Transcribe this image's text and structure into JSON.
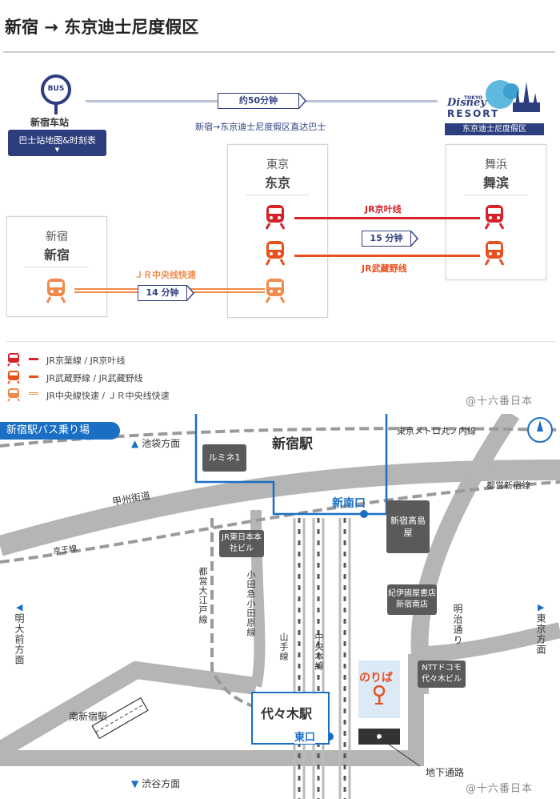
{
  "header": {
    "title": "新宿 → 东京迪士尼度假区"
  },
  "bus": {
    "icon_text": "BUS",
    "stop_name": "新宿车站",
    "map_button": "巴士站地图&时刻表",
    "duration": "约50分钟",
    "route_text": "新宿→东京迪士尼度假区直达巴士"
  },
  "resort": {
    "logo_top": "TOKYO",
    "logo_main": "Disney",
    "logo_sub": "RESORT",
    "caption": "东京迪士尼度假区"
  },
  "stations": {
    "shinjuku": {
      "jp": "新宿",
      "cn": "新宿"
    },
    "tokyo": {
      "jp": "東京",
      "cn": "东京"
    },
    "maihama": {
      "jp": "舞浜",
      "cn": "舞滨"
    }
  },
  "routes": {
    "chuo_label": "ＪＲ中央线快速",
    "chuo_time": "14 分钟",
    "keiyo_label": "JR京叶线",
    "mid_time": "15 分钟",
    "musashino_label": "JR武藏野线"
  },
  "legend": [
    {
      "text": "JR京葉線 / JR京叶线",
      "color": "#d7222a"
    },
    {
      "text": "JR武蔵野線 / JR武藏野线",
      "color": "#e8501e"
    },
    {
      "text": "JR中央線快速 / ＪＲ中央线快速",
      "color": "#f08a4b"
    }
  ],
  "watermark": "@十六番日本",
  "map": {
    "banner": "新宿駅バス乗り場",
    "ikebukuro": "池袋方面",
    "shinjuku_station": "新宿駅",
    "lumine": "ルミネ1",
    "metro": "東京メトロ丸ノ内線",
    "toei_shinjuku": "都営新宿線",
    "koshu": "甲州街道",
    "shin_minamiguchi": "新南口",
    "keio": "京王線",
    "jr_east": "JR東日本本社ビル",
    "takashimaya": "新宿髙島屋",
    "toei_oedo": "都営大江戸線",
    "odakyu": "小田急小田原線",
    "kinokuniya": "紀伊國屋書店新宿南店",
    "meiji": "明治通り",
    "yamanote": "山手線",
    "chuo": "中央本線",
    "noriba": "のりば",
    "ntt": "NTTドコモ代々木ビル",
    "meijimae": "明大前方面",
    "tokyo_dir": "東京方面",
    "minami_shinjuku": "南新宿駅",
    "yoyogi_station": "代々木駅",
    "higashiguchi": "東口",
    "underground": "地下通路",
    "shibuya": "渋谷方面"
  },
  "colors": {
    "navy": "#2d3e7f",
    "blue": "#1a6fc4",
    "red": "#d7222a",
    "orange": "#e8501e",
    "light_orange": "#f08a4b",
    "gray": "#b5b5b5",
    "noriba": "#e8501e"
  }
}
